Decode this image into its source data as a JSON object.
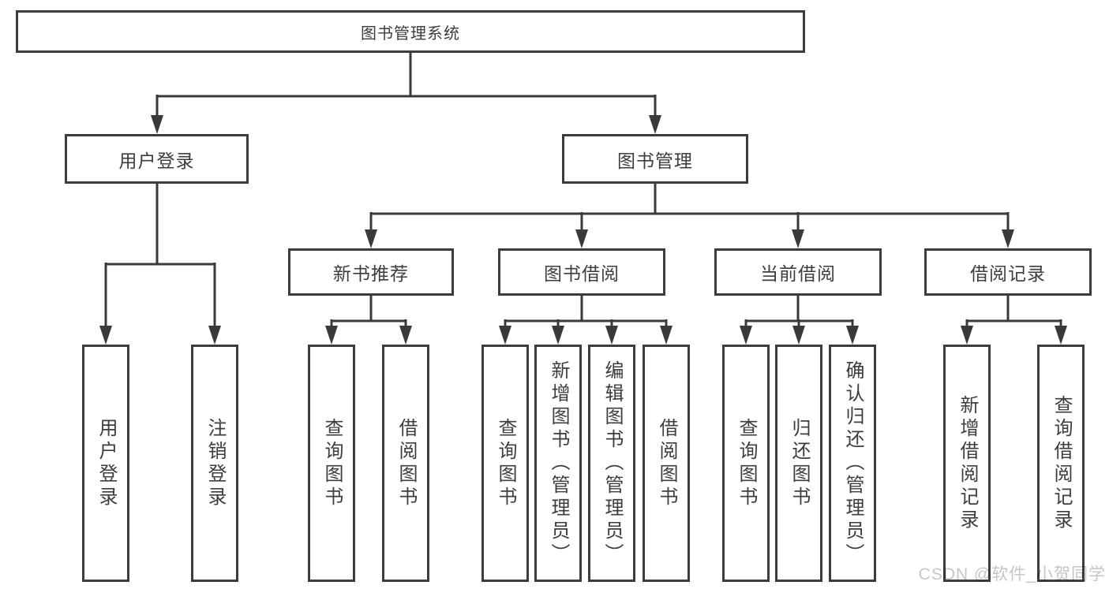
{
  "page": {
    "background": "#ffffff"
  },
  "colors": {
    "box_border": "#3c3c3c",
    "box_fill": "#ffffff",
    "line": "#3a3a3a",
    "text": "#3d3d3d",
    "watermark": "#c6c6c6"
  },
  "watermark": {
    "text": "CSDN @软件_小贺同学"
  },
  "diagram": {
    "type": "hierarchy-tree",
    "root": {
      "label": "图书管理系统"
    },
    "branches": [
      {
        "label": "用户登录",
        "children": [
          {
            "label": "用户登录"
          },
          {
            "label": "注销登录"
          }
        ]
      },
      {
        "label": "图书管理",
        "children": [
          {
            "label": "新书推荐",
            "children": [
              {
                "label": "查询图书"
              },
              {
                "label": "借阅图书"
              }
            ]
          },
          {
            "label": "图书借阅",
            "children": [
              {
                "label": "查询图书"
              },
              {
                "label": "新增图书（管理员）"
              },
              {
                "label": "编辑图书（管理员）"
              },
              {
                "label": "借阅图书"
              }
            ]
          },
          {
            "label": "当前借阅",
            "children": [
              {
                "label": "查询图书"
              },
              {
                "label": "归还图书"
              },
              {
                "label": "确认归还（管理员）"
              }
            ]
          },
          {
            "label": "借阅记录",
            "children": [
              {
                "label": "新增借阅记录"
              },
              {
                "label": "查询借阅记录"
              }
            ]
          }
        ]
      }
    ]
  }
}
